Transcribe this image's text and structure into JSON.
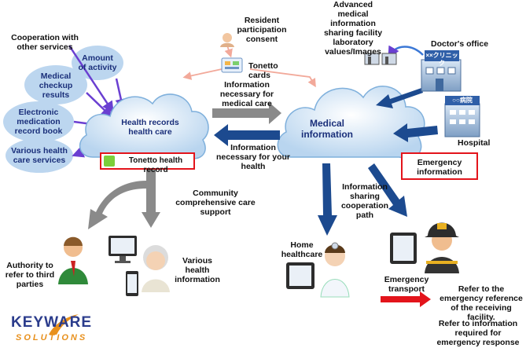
{
  "labels": {
    "cooperation": "Cooperation with other services",
    "amount_activity": "Amount of activity",
    "medical_checkup": "Medical checkup results",
    "emedication": "Electronic medication record book",
    "various_services": "Various health care services",
    "health_cloud": "Health records health care",
    "tonetto_record": "Tonetto health record",
    "resident_consent": "Resident participation consent",
    "tonetto_cards": "Tonetto cards",
    "info_medical": "Information necessary for medical care",
    "info_health": "Information necessary for your health",
    "medical_cloud": "Medical information",
    "advanced_sharing": "Advanced medical information sharing facility laboratory values/Images",
    "doctors_office": "Doctor's office",
    "clinic_sign": "××クリニック",
    "hospital_sign": "○○病院",
    "hospital": "Hospital",
    "emergency_info": "Emergency information",
    "community_support": "Community comprehensive care support",
    "info_sharing_path": "Information sharing cooperation path",
    "authority": "Authority to refer to third parties",
    "various_health_info": "Various health information",
    "home_healthcare": "Home healthcare",
    "emergency_transport": "Emergency transport",
    "refer_reference": "Refer to the emergency reference of the receiving facility.",
    "refer_required": "Refer to information required for emergency response",
    "logo_top": "KEYWARE",
    "logo_bottom": "SOLUTIONS"
  },
  "colors": {
    "ellipse": "#bcd6ef",
    "cloud": "#cfe3f5",
    "dark_arrow": "#1c4a8f",
    "purple_arrow": "#6a3fd1",
    "gray_arrow": "#8a8a8a",
    "red": "#e3141b",
    "pink": "#f2a99a",
    "logo_blue": "#2b3c8c",
    "logo_orange": "#e8901c"
  }
}
